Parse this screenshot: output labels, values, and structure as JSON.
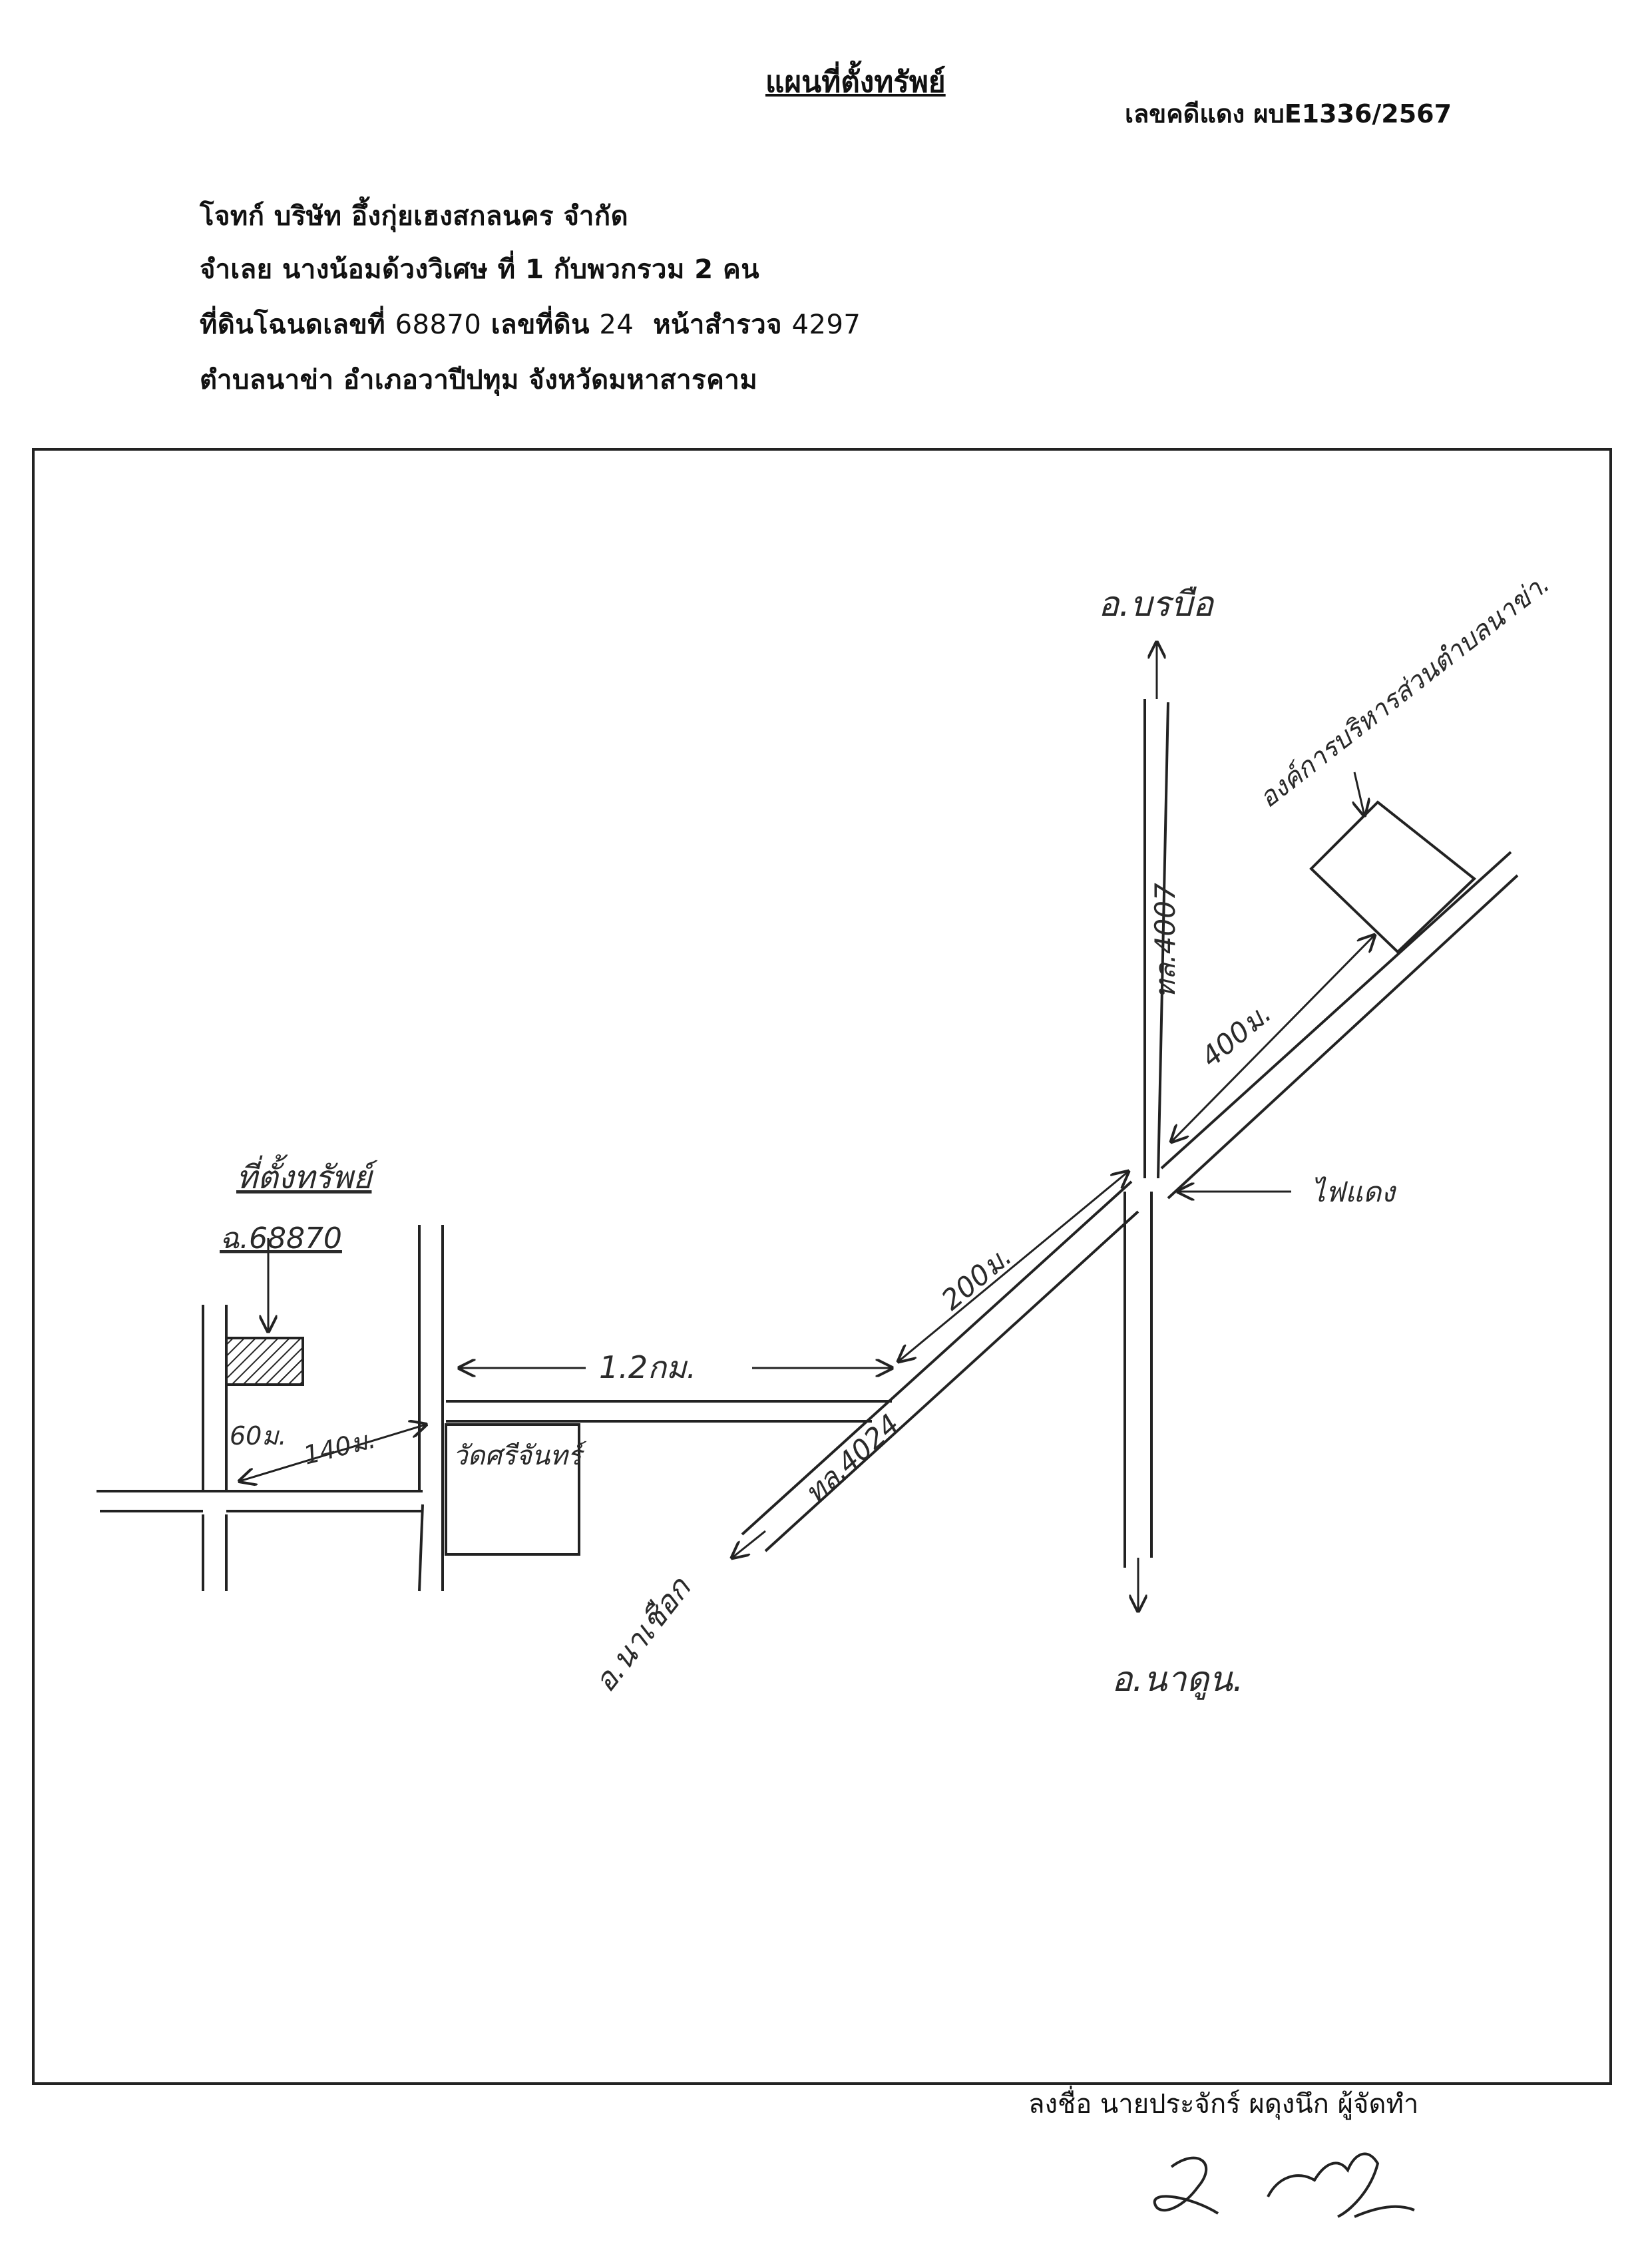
{
  "header": {
    "title": "แผนที่ตั้งทรัพย์",
    "case_no": "เลขคดีแดง ผบE1336/2567",
    "plaintiff": "โจทก์ บริษัท อึ้งกุ่ยเฮงสกลนคร จำกัด",
    "defendant": "จำเลย นางน้อมด้วงวิเศษ  ที่ 1 กับพวกรวม 2 คน",
    "deed_prefix": "ที่ดินโฉนดเลขที่",
    "deed_no": "68870",
    "land_prefix": "เลขที่ดิน",
    "land_no": "24",
    "survey_prefix": "หน้าสำรวจ",
    "survey_no": "4297",
    "location": "ตำบลนาข่า  อำเภอวาปีปทุม  จังหวัดมหาสารคาม"
  },
  "map": {
    "property_label": "ที่ตั้งทรัพย์",
    "property_deed": "ฉ.68870",
    "north_dest": "อ.บรบือ",
    "south_dest": "อ.นาดูน.",
    "sw_dest": "อ.นาเชือก",
    "road_vertical": "ทล.4007",
    "road_diagonal": "ทล.4024",
    "dist_1": "1.2กม.",
    "dist_2": "200ม.",
    "dist_3": "400ม.",
    "dist_4": "140ม.",
    "dist_5": "60ม.",
    "traffic_light": "ไฟแดง",
    "temple": "วัดศรีจันทร์",
    "sao_office": "องค์การบริหารส่วนตำบลนาข่า."
  },
  "footer": {
    "sign_line": "ลงชื่อ นายประจักร์ ผดุงนึก ผู้จัดทำ"
  }
}
